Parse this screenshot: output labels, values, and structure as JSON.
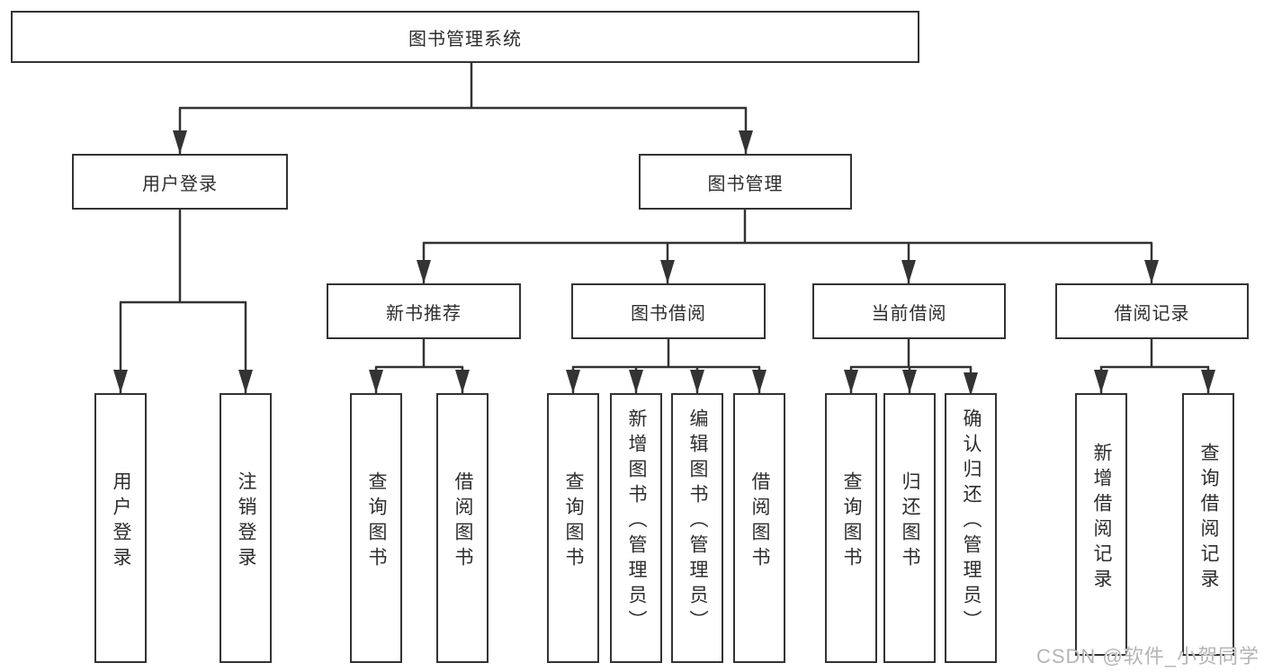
{
  "root": {
    "label": "图书管理系统"
  },
  "user_login": {
    "label": "用户登录",
    "children": {
      "login": {
        "label": "用户登录"
      },
      "logout": {
        "label": "注销登录"
      }
    }
  },
  "book_mgmt": {
    "label": "图书管理",
    "children": {
      "new_book_rec": {
        "label": "新书推荐",
        "children": {
          "query_book": {
            "label": "查询图书"
          },
          "borrow_book": {
            "label": "借阅图书"
          }
        }
      },
      "book_borrow": {
        "label": "图书借阅",
        "children": {
          "query_book": {
            "label": "查询图书"
          },
          "add_book": {
            "label": "新增图书（管理员）"
          },
          "edit_book": {
            "label": "编辑图书（管理员）"
          },
          "borrow_book": {
            "label": "借阅图书"
          }
        }
      },
      "current_borrow": {
        "label": "当前借阅",
        "children": {
          "query_book": {
            "label": "查询图书"
          },
          "return_book": {
            "label": "归还图书"
          },
          "confirm_return": {
            "label": "确认归还（管理员）"
          }
        }
      },
      "borrow_records": {
        "label": "借阅记录",
        "children": {
          "add_record": {
            "label": "新增借阅记录"
          },
          "query_record": {
            "label": "查询借阅记录"
          }
        }
      }
    }
  },
  "watermark": {
    "text": "CSDN @软件_小贺同学"
  },
  "colors": {
    "line": "#333333",
    "text": "#2d2d2d",
    "watermark": "#b5b5b5",
    "background": "#ffffff"
  }
}
